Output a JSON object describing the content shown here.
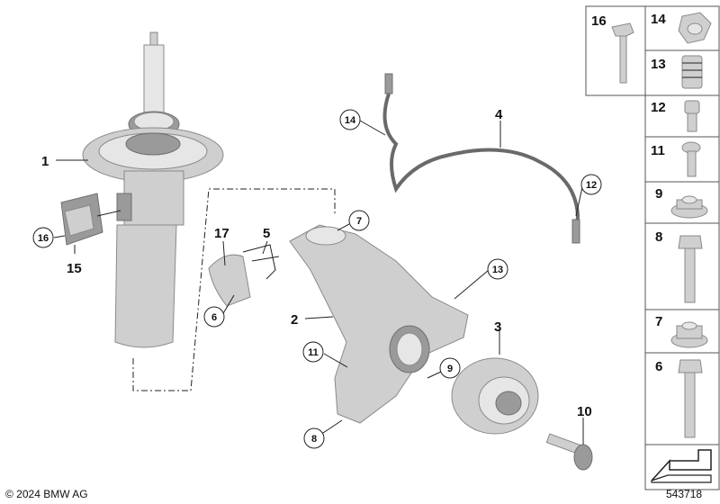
{
  "callouts": {
    "c1": "1",
    "c2": "2",
    "c3": "3",
    "c4": "4",
    "c5": "5",
    "c6": "6",
    "c7": "7",
    "c8": "8",
    "c9": "9",
    "c10": "10",
    "c11": "11",
    "c12": "12",
    "c13": "13",
    "c14": "14",
    "c15": "15",
    "c16": "16",
    "c17": "17"
  },
  "legend": {
    "l16": "16",
    "l14": "14",
    "l13": "13",
    "l12": "12",
    "l11": "11",
    "l9": "9",
    "l8": "8",
    "l7": "7",
    "l6": "6"
  },
  "footer": {
    "copyright": "© 2024 BMW AG",
    "diagram_number": "543718"
  }
}
